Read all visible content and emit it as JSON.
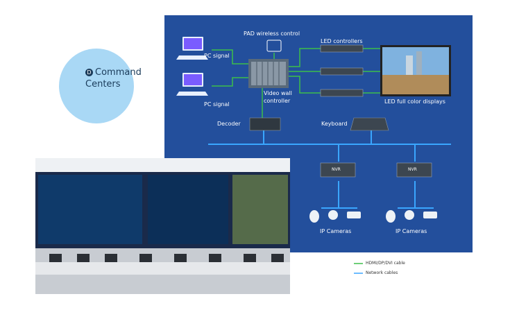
{
  "title": {
    "number": "D",
    "line1": "Command",
    "line2": "Centers"
  },
  "labels": {
    "pad": "PAD wireless control",
    "pc1": "PC signal",
    "pc2": "PC signal",
    "led_controllers": "LED controllers",
    "video_wall_1": "Video wall",
    "video_wall_2": "controller",
    "led_display": "LED full color displays",
    "decoder": "Decoder",
    "keyboard": "Keyboard",
    "nvr1": "NVR",
    "nvr2": "NVR",
    "cam1": "IP Cameras",
    "cam2": "IP Cameras"
  },
  "legend": {
    "hdmi": "HDMI/DP/DVI cable",
    "network": "Network cables"
  },
  "colors": {
    "panel": "#234f9c",
    "hdmi": "#3dbf4a",
    "network": "#3aa6ff",
    "circle": "#a9d8f5"
  }
}
